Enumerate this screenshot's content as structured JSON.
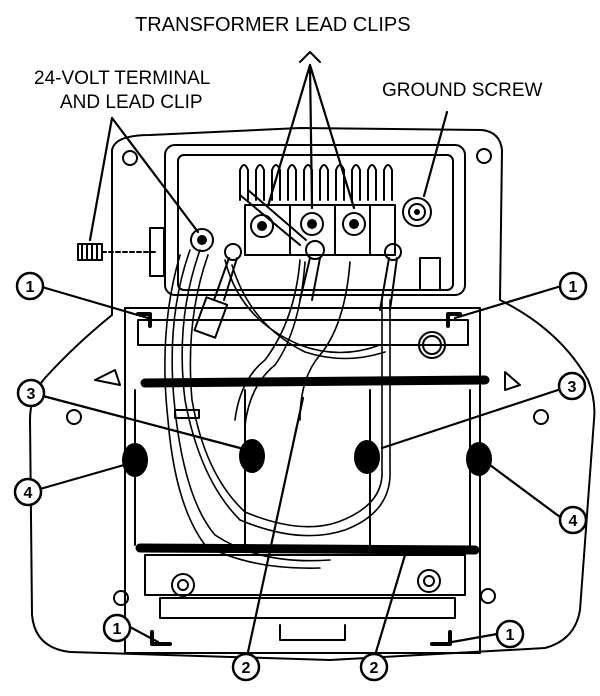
{
  "labels": {
    "transformer_lead_clips": "TRANSFORMER LEAD CLIPS",
    "terminal_line1": "24-VOLT TERMINAL",
    "terminal_line2": "AND LEAD CLIP",
    "ground_screw": "GROUND SCREW"
  },
  "callouts": {
    "one": "1",
    "two": "2",
    "three": "3",
    "four": "4"
  },
  "colors": {
    "ink": "#000000",
    "paper": "#ffffff",
    "shade": "#dddddd"
  }
}
